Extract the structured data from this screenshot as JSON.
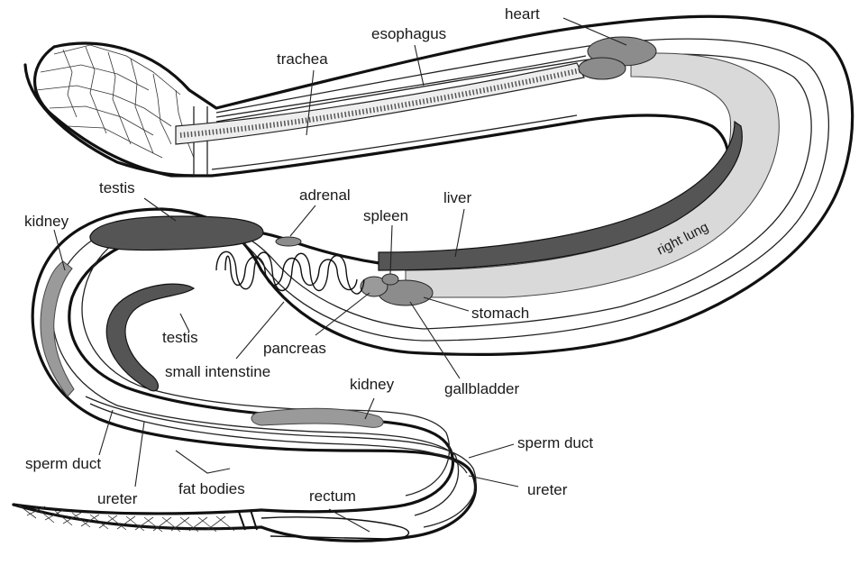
{
  "labels": {
    "heart": "heart",
    "esophagus": "esophagus",
    "trachea": "trachea",
    "testis_top": "testis",
    "adrenal": "adrenal",
    "liver": "liver",
    "kidney_left": "kidney",
    "spleen": "spleen",
    "right_lung": "right lung",
    "stomach": "stomach",
    "testis_mid": "testis",
    "pancreas": "pancreas",
    "small_intestine": "small intenstine",
    "gallbladder": "gallbladder",
    "kidney_mid": "kidney",
    "sperm_duct_left": "sperm duct",
    "sperm_duct_right": "sperm duct",
    "fat_bodies": "fat bodies",
    "ureter_left": "ureter",
    "ureter_right": "ureter",
    "rectum": "rectum"
  },
  "colors": {
    "outline": "#111111",
    "lung_fill": "#d9d9d9",
    "organ_dark": "#555555",
    "organ_mid": "#8c8c8c",
    "kidney_fill": "#9a9a9a",
    "background": "#ffffff"
  }
}
